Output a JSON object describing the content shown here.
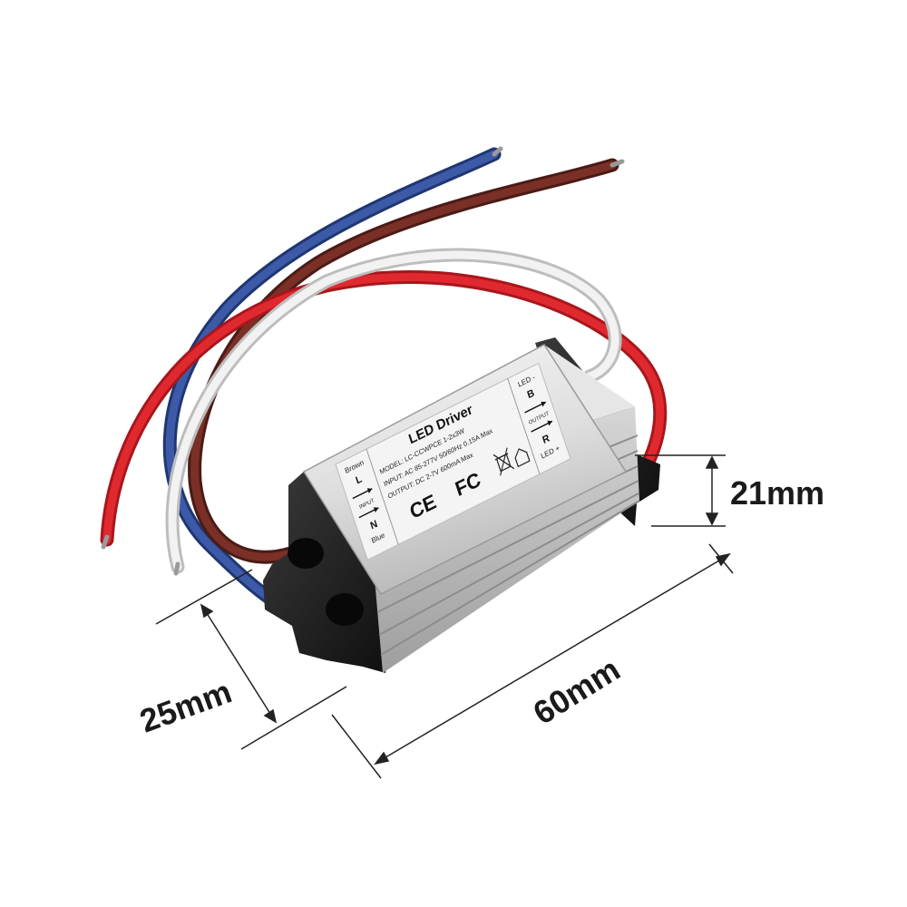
{
  "product": {
    "title": "LED Driver",
    "model": "MODEL: LC-CCWPCE 1-2x3W",
    "input": "INPUT: AC 85-277V   50/60Hz   0.15A Max",
    "output": "OUTPUT: DC 2-7V   600mA Max",
    "left_top": "Brown",
    "left_l": "L",
    "left_input": "INPUT",
    "left_n": "N",
    "left_bottom": "Blue",
    "right_top": "LED -",
    "right_b": "B",
    "right_output": "OUTPUT",
    "right_r": "R",
    "right_bottom": "LED +",
    "ce": "CE",
    "fc": "FC"
  },
  "dimensions": {
    "height": "21mm",
    "width": "25mm",
    "length": "60mm"
  },
  "colors": {
    "wire_blue": "#2f4a8e",
    "wire_brown": "#6e2a22",
    "wire_white": "#e8e8e8",
    "wire_red": "#d8262d",
    "housing": "#dcdcdc",
    "end_cap": "#1c1c1c"
  }
}
